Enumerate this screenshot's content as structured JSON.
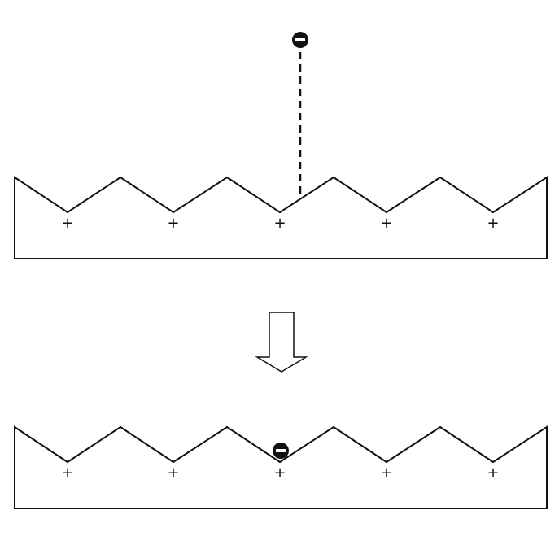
{
  "diagram": {
    "charge_symbols": {
      "positive": "+",
      "electron": "electron-minus-icon"
    },
    "colors": {
      "line": "#111111",
      "background": "#ffffff",
      "electron_fill": "#111111"
    },
    "top_panel": {
      "positive_sites_count": 5,
      "electron_state": "approaching surface"
    },
    "transition": {
      "arrow_icon": "down-arrow-icon"
    },
    "bottom_panel": {
      "positive_sites_count": 5,
      "electron_state": "captured at central site"
    }
  }
}
